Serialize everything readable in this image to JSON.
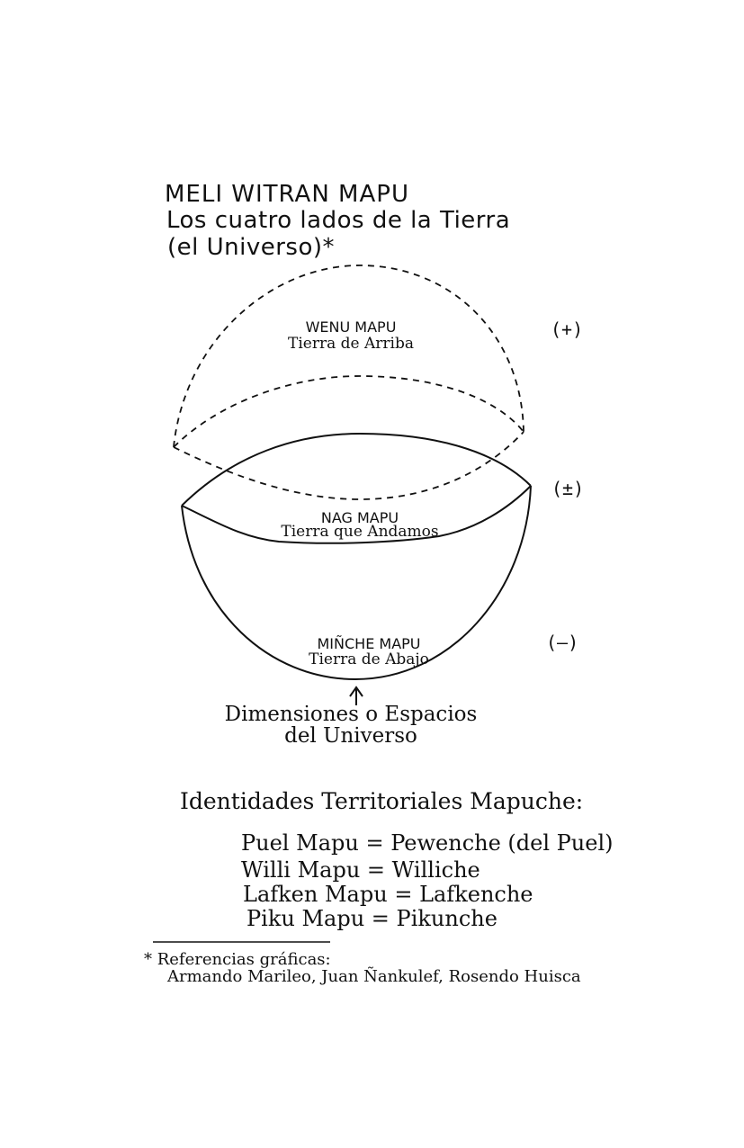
{
  "title": {
    "line1": "MELI WITRAN MAPU",
    "line2": "Los cuatro lados de la Tierra",
    "line3": "(el Universo)*"
  },
  "levels": [
    {
      "name": "WENU MAPU",
      "meaning": "Tierra de Arriba",
      "sign": "(+)"
    },
    {
      "name": "NAG MAPU",
      "meaning": "Tierra que Andamos",
      "sign": "(±)"
    },
    {
      "name": "MIÑCHE MAPU",
      "meaning": "Tierra de Abajo",
      "sign": "(–)"
    }
  ],
  "arrow_caption": {
    "line1": "Dimensiones o Espacios",
    "line2": "del Universo"
  },
  "identities": {
    "heading": "Identidades Territoriales Mapuche:",
    "items": [
      {
        "territory": "Puel Mapu",
        "people": "Pewenche (del Puel)"
      },
      {
        "territory": "Willi Mapu",
        "people": "Williche"
      },
      {
        "territory": "Lafken Mapu",
        "people": "Lafkenche"
      },
      {
        "territory": "Piku Mapu",
        "people": "Pikunche"
      }
    ]
  },
  "footnote": {
    "line1": "* Referencias gráficas:",
    "line2": "Armando Marileo, Juan Ñankulef, Rosendo Huisca"
  },
  "colors": {
    "ink": "#111111",
    "paper": "#ffffff"
  }
}
